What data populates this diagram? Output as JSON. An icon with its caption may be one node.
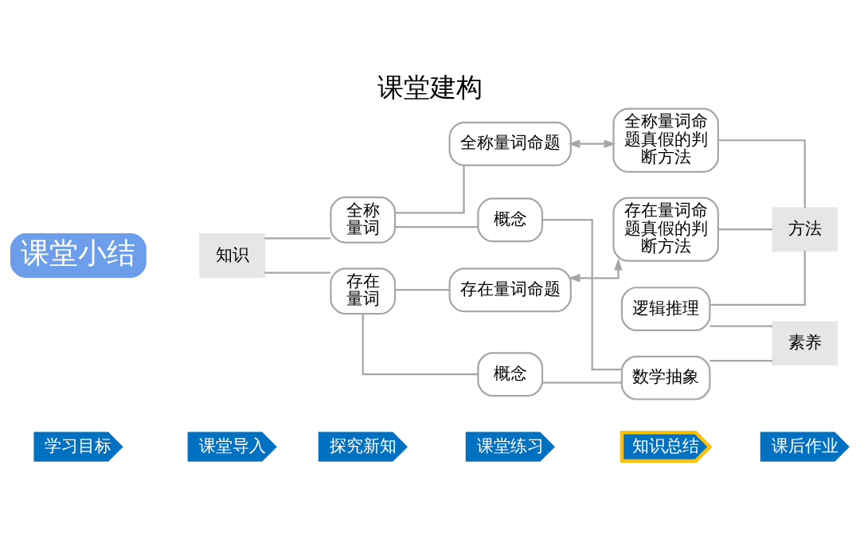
{
  "diagram": {
    "title": "课堂建构",
    "nodes": [
      {
        "text": [
          "学习目标"
        ]
      },
      {
        "text": [
          "课堂导入"
        ]
      },
      {
        "text": [
          "探究新知"
        ]
      },
      {
        "text": [
          "课堂练习"
        ]
      },
      {
        "text": [
          "知识总结"
        ]
      },
      {
        "text": [
          "课后作业"
        ]
      },
      {
        "text": [
          "课堂小结"
        ]
      },
      {
        "text": [
          "知识"
        ]
      },
      {
        "text": [
          "全称量词"
        ]
      },
      {
        "text": [
          "存在量词"
        ]
      },
      {
        "text": [
          "概念"
        ]
      },
      {
        "text": [
          "全称量词命题"
        ]
      },
      {
        "text": [
          "概念"
        ]
      },
      {
        "text": [
          "存在量词命题"
        ]
      },
      {
        "text": [
          "全称量词命题真假的判断方法"
        ]
      },
      {
        "text": [
          "存在量词命题真假的判断方法"
        ]
      },
      {
        "text": [
          "方法"
        ]
      },
      {
        "text": [
          "数学抽象"
        ]
      },
      {
        "text": [
          "逻辑推理"
        ]
      },
      {
        "text": [
          "素养"
        ]
      }
    ],
    "edges": [
      {
        "from": 7,
        "to": 8,
        "arrow": "none"
      },
      {
        "from": 7,
        "to": 9,
        "arrow": "none"
      },
      {
        "from": 8,
        "to": 10,
        "arrow": "none"
      },
      {
        "from": 8,
        "to": 11,
        "arrow": "none"
      },
      {
        "from": 9,
        "to": 12,
        "arrow": "none"
      },
      {
        "from": 9,
        "to": 13,
        "arrow": "none"
      },
      {
        "from": 11,
        "to": 14,
        "arrow": "both"
      },
      {
        "from": 13,
        "to": 15,
        "arrow": "both"
      },
      {
        "from": 10,
        "to": 17,
        "arrow": "none"
      },
      {
        "from": 12,
        "to": 17,
        "arrow": "none"
      },
      {
        "from": 14,
        "to": 16,
        "arrow": "none"
      },
      {
        "from": 15,
        "to": 16,
        "arrow": "none"
      },
      {
        "from": 18,
        "to": 16,
        "arrow": "none"
      },
      {
        "from": 17,
        "to": 19,
        "arrow": "none"
      },
      {
        "from": 18,
        "to": 19,
        "arrow": "none"
      }
    ]
  }
}
